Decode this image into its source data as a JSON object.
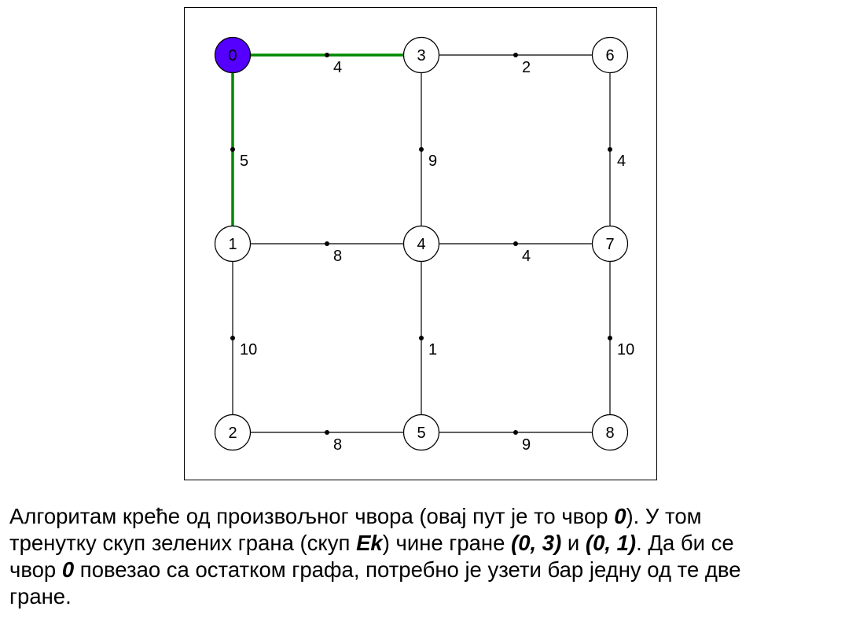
{
  "colors": {
    "highlight_edge": "#008800",
    "start_node_fill": "#5500ff",
    "node_fill": "#ffffff",
    "stroke": "#000000"
  },
  "graph": {
    "start_node": "0",
    "nodes": [
      {
        "id": "n0",
        "label": "0",
        "col": 0,
        "row": 0
      },
      {
        "id": "n3",
        "label": "3",
        "col": 1,
        "row": 0
      },
      {
        "id": "n6",
        "label": "6",
        "col": 2,
        "row": 0
      },
      {
        "id": "n1",
        "label": "1",
        "col": 0,
        "row": 1
      },
      {
        "id": "n4",
        "label": "4",
        "col": 1,
        "row": 1
      },
      {
        "id": "n7",
        "label": "7",
        "col": 2,
        "row": 1
      },
      {
        "id": "n2",
        "label": "2",
        "col": 0,
        "row": 2
      },
      {
        "id": "n5",
        "label": "5",
        "col": 1,
        "row": 2
      },
      {
        "id": "n8",
        "label": "8",
        "col": 2,
        "row": 2
      }
    ],
    "edges": [
      {
        "from": "n0",
        "to": "n3",
        "weight": "4",
        "highlighted": true
      },
      {
        "from": "n3",
        "to": "n6",
        "weight": "2",
        "highlighted": false
      },
      {
        "from": "n0",
        "to": "n1",
        "weight": "5",
        "highlighted": true
      },
      {
        "from": "n3",
        "to": "n4",
        "weight": "9",
        "highlighted": false
      },
      {
        "from": "n6",
        "to": "n7",
        "weight": "4",
        "highlighted": false
      },
      {
        "from": "n1",
        "to": "n4",
        "weight": "8",
        "highlighted": false
      },
      {
        "from": "n4",
        "to": "n7",
        "weight": "4",
        "highlighted": false
      },
      {
        "from": "n1",
        "to": "n2",
        "weight": "10",
        "highlighted": false
      },
      {
        "from": "n4",
        "to": "n5",
        "weight": "1",
        "highlighted": false
      },
      {
        "from": "n7",
        "to": "n8",
        "weight": "10",
        "highlighted": false
      },
      {
        "from": "n2",
        "to": "n5",
        "weight": "8",
        "highlighted": false
      },
      {
        "from": "n5",
        "to": "n8",
        "weight": "9",
        "highlighted": false
      }
    ]
  },
  "caption": {
    "l1_a": "Алгоритам креће од произвољног чвора (овај пут је то чвор ",
    "l1_b": "0",
    "l1_c": "). У том",
    "l2_a": "тренутку скуп зелених грана (скуп ",
    "l2_b": "Ek",
    "l2_c": ") чине гране ",
    "l2_d": "(0, 3)",
    "l2_e": " и ",
    "l2_f": "(0, 1)",
    "l2_g": ". Да би се",
    "l3_a": "чвор ",
    "l3_b": "0",
    "l3_c": " повезао са остатком графа, потребно је узети бар једну од те две",
    "l4_a": "гране."
  }
}
